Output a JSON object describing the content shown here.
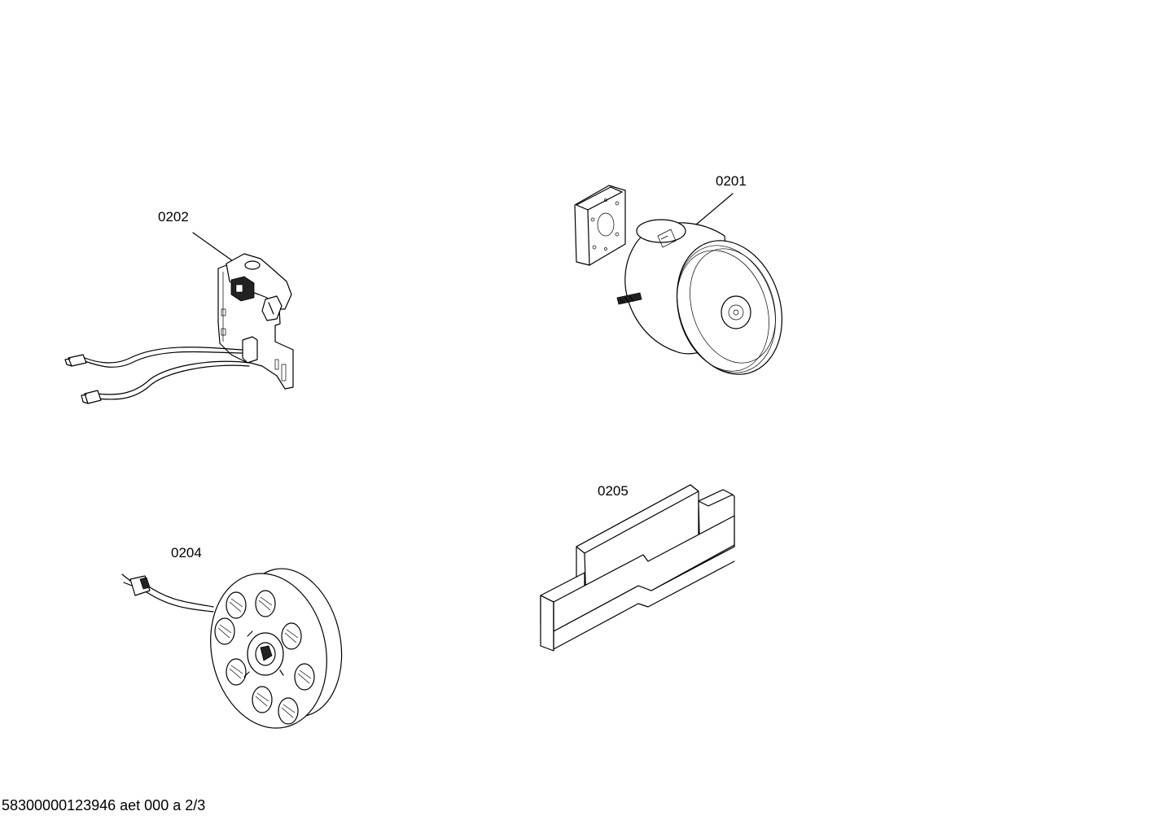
{
  "callouts": {
    "motor": "0201",
    "switch_board": "0202",
    "cable_reel": "0204",
    "filter": "0205"
  },
  "footer": {
    "text": "58300000123946 aet 000 a 2/3"
  }
}
